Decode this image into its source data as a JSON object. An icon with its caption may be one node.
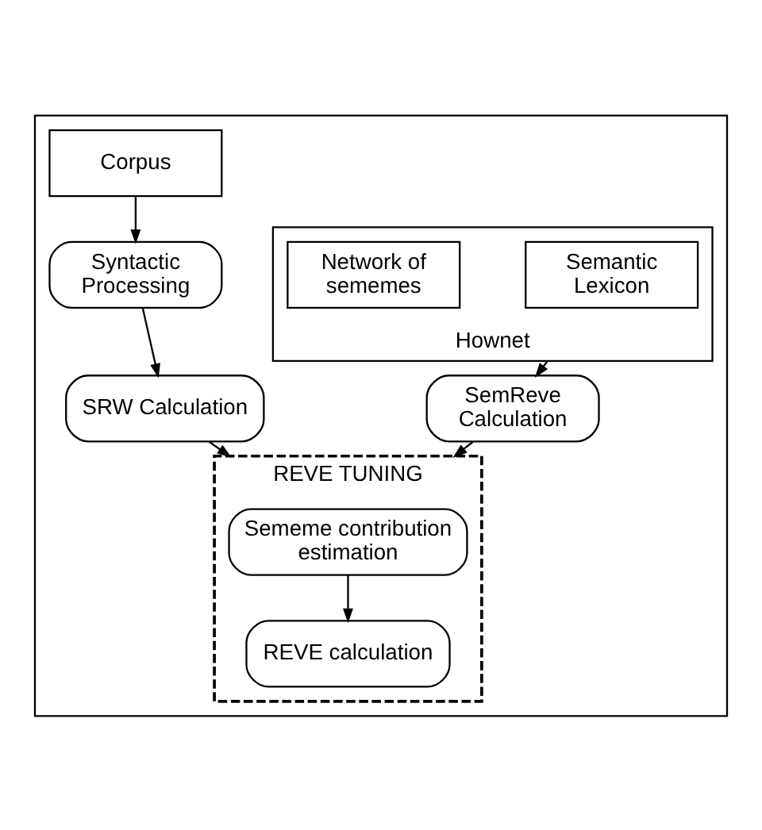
{
  "diagram": {
    "nodes": [
      {
        "text": [],
        "shape": "box"
      },
      {
        "text": [
          "Corpus"
        ],
        "in": 0
      },
      {
        "text": [
          "Syntactic Processing"
        ],
        "in": 0
      },
      {
        "text": [
          "SRW Calculation"
        ],
        "in": 0
      },
      {
        "text": [
          "Hownet"
        ],
        "in": 0
      },
      {
        "text": [
          "Semantic Lexicon"
        ],
        "in": 4
      },
      {
        "text": [
          "Network of sememes"
        ],
        "in": 4
      },
      {
        "text": [
          "SemReve Calculation"
        ],
        "in": 0
      },
      {
        "text": [
          "REVE TUNING"
        ],
        "in": 0
      },
      {
        "text": [
          "Sememe contribution estimation"
        ],
        "in": 8
      },
      {
        "text": [
          "REVE calculation"
        ],
        "in": 8
      }
    ],
    "edges": [
      {
        "from": 1,
        "to": 2,
        "arrow": "to"
      },
      {
        "from": 2,
        "to": 3,
        "arrow": "to"
      },
      {
        "from": 4,
        "to": 7,
        "arrow": "to"
      },
      {
        "from": 3,
        "to": 8,
        "arrow": "to"
      },
      {
        "from": 7,
        "to": 8,
        "arrow": "to"
      },
      {
        "from": 9,
        "to": 10,
        "arrow": "to"
      }
    ]
  }
}
